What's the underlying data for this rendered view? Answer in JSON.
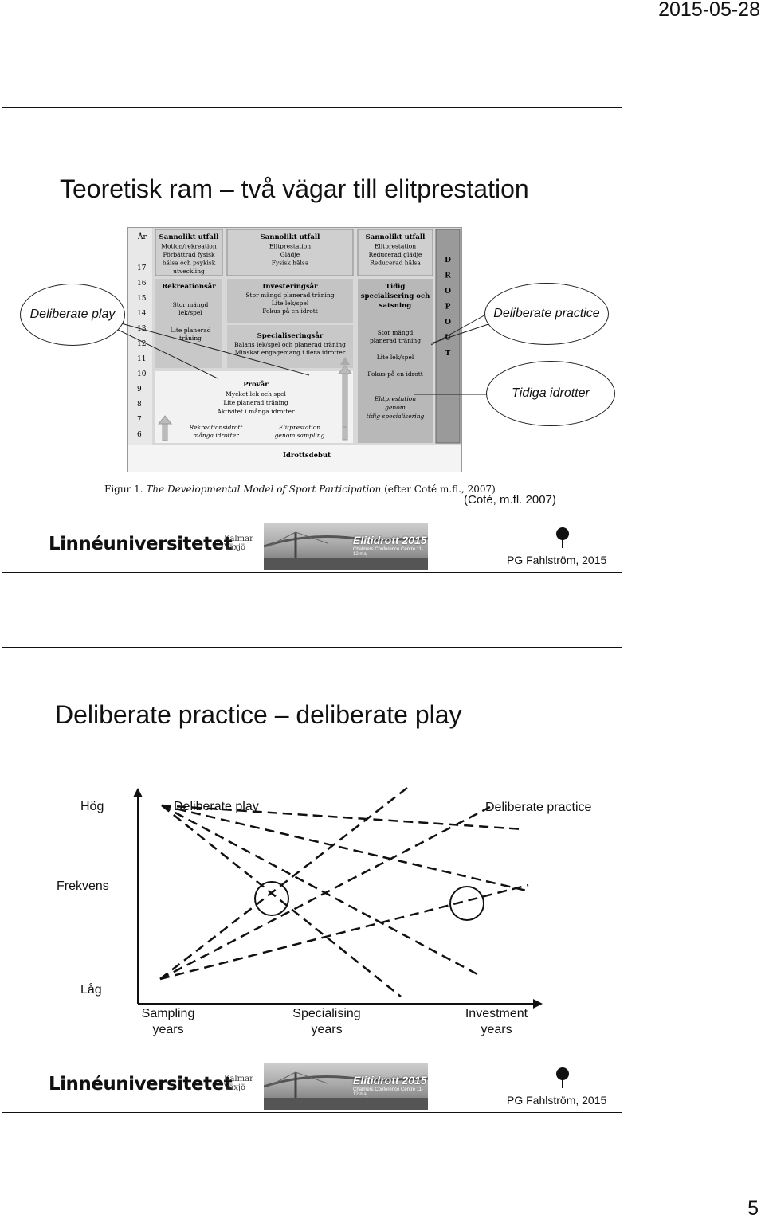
{
  "date": "2015-05-28",
  "page_number": "5",
  "slide1": {
    "title": "Teoretisk ram – två vägar till elitprestation",
    "ovals": {
      "play": "Deliberate play",
      "practice": "Deliberate practice",
      "early": "Tidiga idrotter"
    },
    "figure": {
      "year_header": "År",
      "years": [
        "17",
        "16",
        "15",
        "14",
        "13",
        "12",
        "11",
        "10",
        "9",
        "8",
        "7",
        "6"
      ],
      "col1_outcome_title": "Sannolikt utfall",
      "col1_outcome_lines": [
        "Motion/rekreation",
        "Förbättrad fysisk",
        "hälsa och psykisk",
        "utveckling"
      ],
      "col2_outcome_title": "Sannolikt utfall",
      "col2_outcome_lines": [
        "Elitprestation",
        "Glädje",
        "Fysisk hälsa"
      ],
      "col3_outcome_title": "Sannolikt utfall",
      "col3_outcome_lines": [
        "Elitprestation",
        "Reducerad glädje",
        "Reducerad hälsa"
      ],
      "dropout": [
        "D",
        "R",
        "O",
        "P",
        "O",
        "U",
        "T"
      ],
      "rec_title": "Rekreationsår",
      "rec_lines": [
        "Stor mängd",
        "lek/spel",
        "Lite planerad",
        "träning"
      ],
      "inv_title": "Investeringsår",
      "inv_lines": [
        "Stor mängd planerad träning",
        "Lite lek/spel",
        "Fokus på en idrott"
      ],
      "spec_title": "Specialiseringsår",
      "spec_lines": [
        "Balans lek/spel och planerad träning",
        "Minskat engagemang i flera idrotter"
      ],
      "early_title_lines": [
        "Tidig",
        "specialisering och",
        "satsning"
      ],
      "early_lines": [
        "Stor mängd",
        "planerad träning",
        "Lite lek/spel",
        "Fokus på en idrott"
      ],
      "early_path_lines": [
        "Elitprestation",
        "genom",
        "tidig specialisering"
      ],
      "sampling_title": "Provår",
      "sampling_lines": [
        "Mycket lek och spel",
        "Lite planerad träning",
        "Aktivitet i många idrotter"
      ],
      "rec_path_lines": [
        "Rekreationsidrott",
        "många idrotter"
      ],
      "elite_path_lines": [
        "Elitprestation",
        "genom sampling"
      ],
      "debut": "Idrottsdebut"
    },
    "caption_prefix": "Figur 1.",
    "caption_italic": "The Developmental Model of Sport Participation",
    "caption_suffix": "(efter Coté m.fl., 2007)",
    "citation": "(Coté, m.fl. 2007)"
  },
  "slide2": {
    "title": "Deliberate practice – deliberate play",
    "y_high": "Hög",
    "y_mid": "Frekvens",
    "y_low": "Låg",
    "series_label_play": "Deliberate play",
    "series_label_practice": "Deliberate practice",
    "x_labels": [
      [
        "Sampling",
        "years"
      ],
      [
        "Specialising",
        "years"
      ],
      [
        "Investment",
        "years"
      ]
    ]
  },
  "footer": {
    "logo": "Linnéuniversitetet",
    "city_1": "Kalmar",
    "city_2": "Växjö",
    "photo_title": "Elitidrott 2015",
    "photo_sub": "Chalmers Conference Centre 11-12 maj",
    "author": "PG Fahlström, 2015"
  }
}
